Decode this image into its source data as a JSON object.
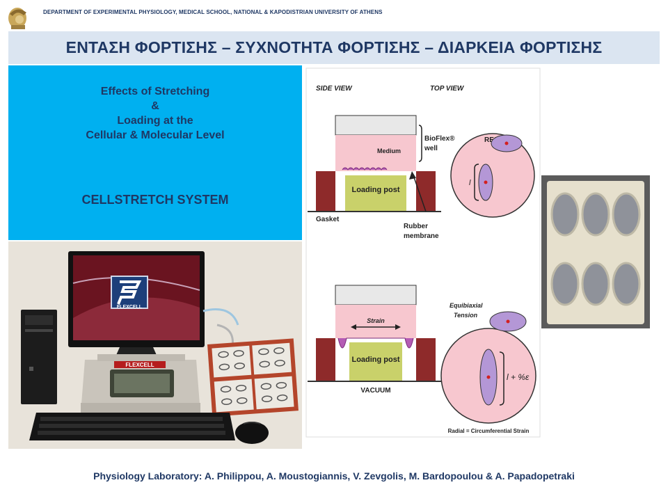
{
  "header": {
    "department": "DEPARTMENT OF EXPERIMENTAL PHYSIOLOGY, MEDICAL SCHOOL, NATIONAL & KAPODISTRIAN UNIVERSITY OF ATHENS",
    "title": "ΕΝΤΑΣΗ ΦΟΡΤΙΣΗΣ – ΣΥΧΝΟΤΗΤΑ ΦΟΡΤΙΣΗΣ – ΔΙΑΡΚΕΙΑ ΦΟΡΤΙΣΗΣ"
  },
  "left_panel": {
    "lines": [
      "Effects  of  Stretching",
      "&",
      "Loading  at  the",
      "Cellular &  Molecular  Level"
    ],
    "system": "CELLSTRETCH  SYSTEM"
  },
  "photo": {
    "monitor_logo": "FLEXCELL",
    "device_label": "FLEXCELL"
  },
  "diagram": {
    "side_view": "SIDE VIEW",
    "top_view": "TOP VIEW",
    "bioflex": "BioFlex®",
    "well": "well",
    "medium": "Medium",
    "loading_post": "Loading post",
    "gasket": "Gasket",
    "rubber": "Rubber",
    "membrane": "membrane",
    "rest": "REST",
    "l": "l",
    "strain": "Strain",
    "vacuum": "VACUUM",
    "equibiaxial": "Equibiaxial",
    "tension": "Tension",
    "l_strain": "l + %ε",
    "radial": "Radial = Circumferential Strain"
  },
  "footer": {
    "credits": "Physiology Laboratory: A. Philippou, A. Moustogiannis, V. Zevgolis, M. Bardopoulou & A. Papadopetraki"
  }
}
